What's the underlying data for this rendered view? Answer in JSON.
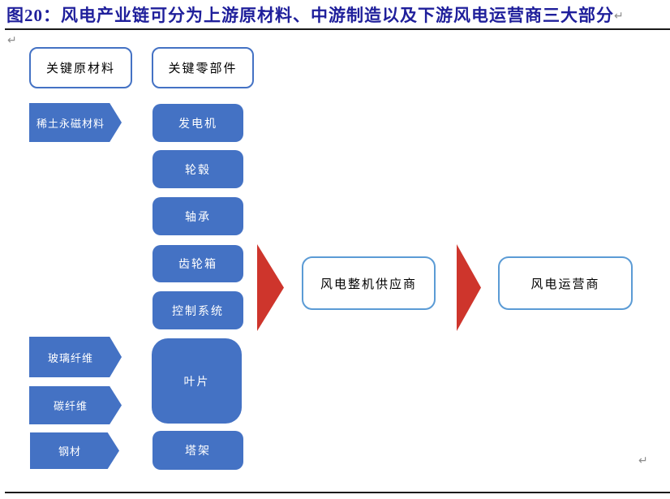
{
  "page": {
    "title": "图20：风电产业链可分为上游原材料、中游制造以及下游风电运营商三大部分",
    "return_mark": "↵"
  },
  "colors": {
    "title_navy": "#1F1F9B",
    "shape_blue": "#4472C4",
    "arrow_red": "#CE352C",
    "header_border_blue": "#4472C4",
    "supplier_border_blue": "#5B9BD5",
    "rule_black": "#1A1A1A",
    "mark_gray": "#8C8C8C"
  },
  "diagram": {
    "headers": [
      {
        "label": "关键原材料"
      },
      {
        "label": "关键零部件"
      }
    ],
    "materials": [
      {
        "label": "稀土永磁材料"
      },
      {
        "label": "玻璃纤维"
      },
      {
        "label": "碳纤维"
      },
      {
        "label": "钢材"
      }
    ],
    "components": [
      {
        "label": "发电机"
      },
      {
        "label": "轮毂"
      },
      {
        "label": "轴承"
      },
      {
        "label": "齿轮箱"
      },
      {
        "label": "控制系统"
      },
      {
        "label": "叶片"
      },
      {
        "label": "塔架"
      }
    ],
    "downstream": [
      {
        "label": "风电整机供应商"
      },
      {
        "label": "风电运营商"
      }
    ]
  }
}
